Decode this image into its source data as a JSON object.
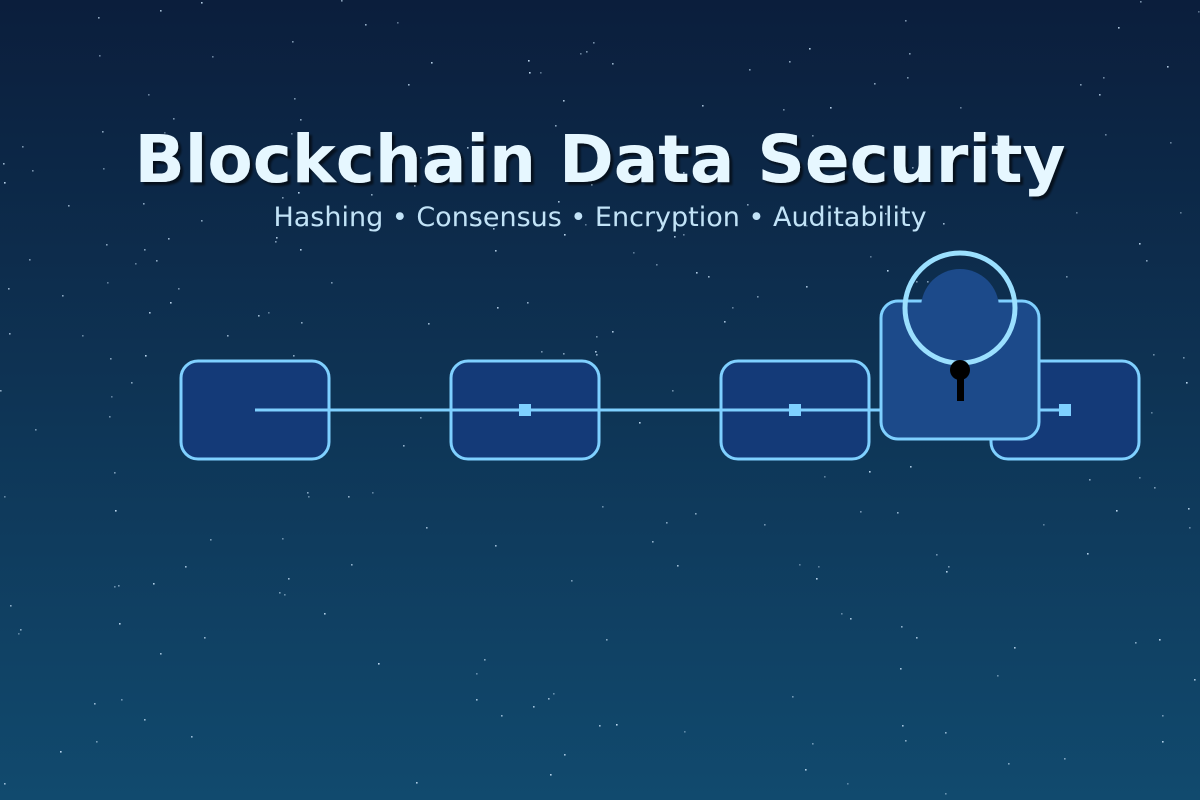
{
  "title": "Blockchain Data Security",
  "subtitle": "Hashing • Consensus • Encryption • Auditability",
  "colors": {
    "accent": "#7fd0ff",
    "block_fill": "#143a78",
    "lock_fill": "#1c4a8a",
    "shackle": "#9be0ff",
    "keyhole": "#000000"
  },
  "blocks": [
    {
      "id": "block-1"
    },
    {
      "id": "block-2"
    },
    {
      "id": "block-3"
    },
    {
      "id": "block-4"
    }
  ],
  "icon": "padlock-icon"
}
